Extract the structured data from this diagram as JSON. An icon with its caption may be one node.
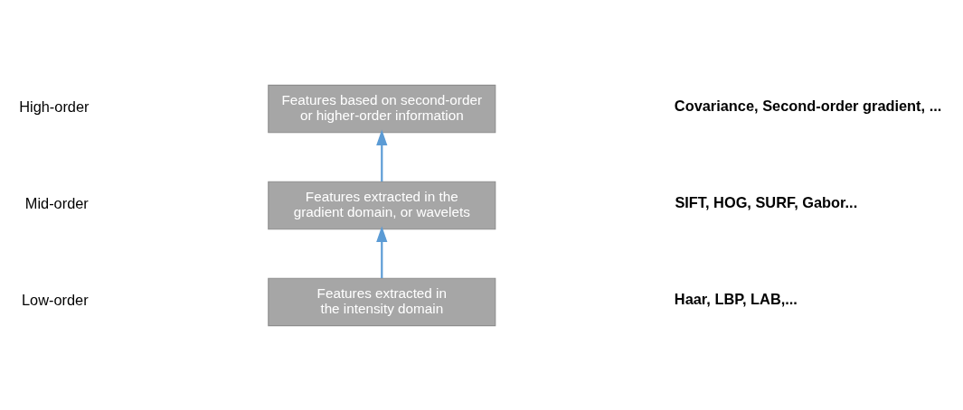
{
  "diagram": {
    "nodes": [
      {
        "text": [
          "Features based on second-order or higher-order information"
        ]
      },
      {
        "text": [
          "Features extracted in the gradient domain, or wavelets"
        ]
      },
      {
        "text": [
          "Features extracted in the intensity domain"
        ]
      }
    ],
    "edges": [
      {
        "from": 2,
        "to": 1,
        "arrow": "to"
      },
      {
        "from": 1,
        "to": 0,
        "arrow": "to"
      }
    ],
    "labels": [
      "High-order",
      "Covariance, Second-order gradient, ...",
      "Mid-order",
      "SIFT, HOG, SURF, Gabor...",
      "Low-order",
      "Haar, LBP, LAB,..."
    ]
  }
}
